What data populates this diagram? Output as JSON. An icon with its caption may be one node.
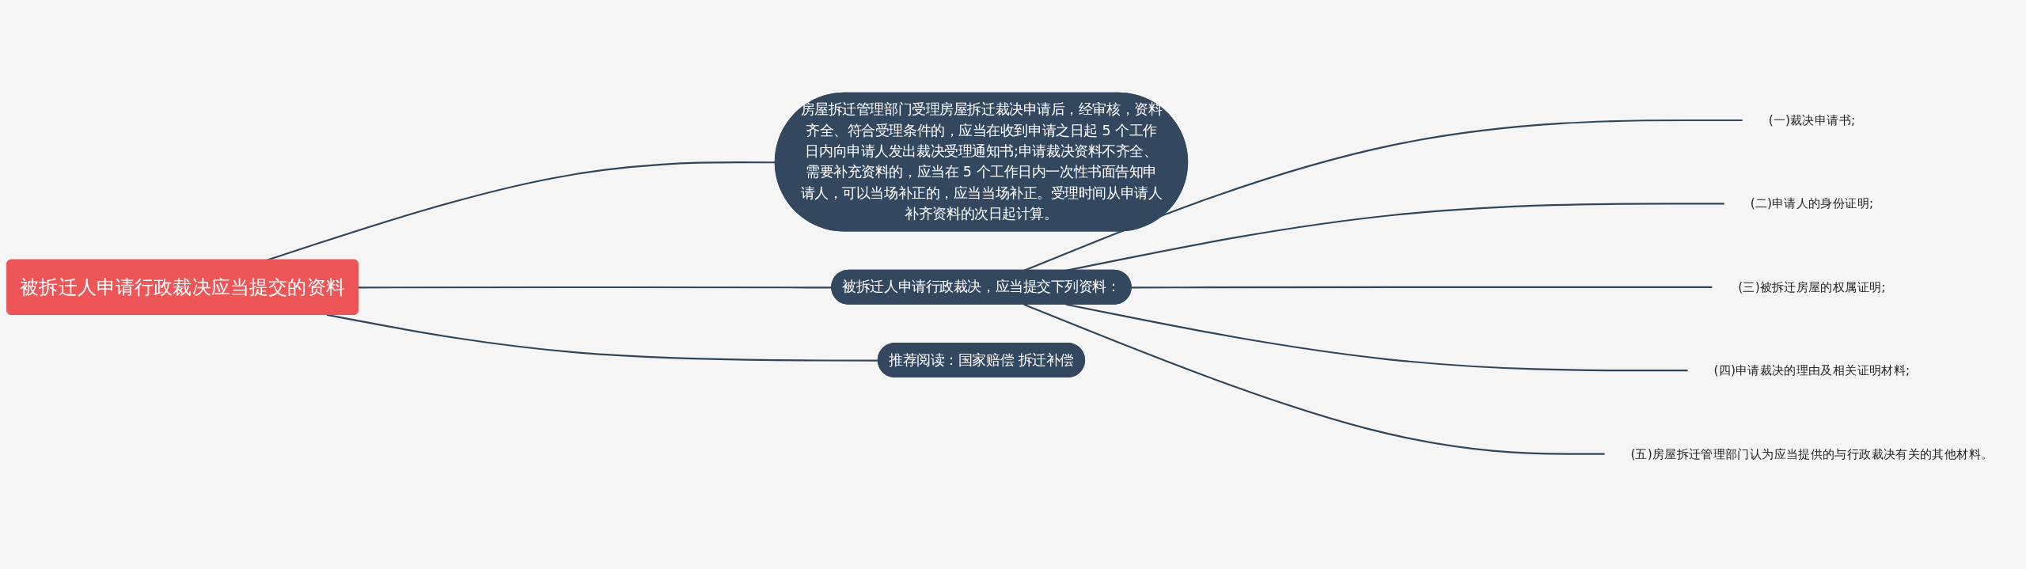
{
  "diagram": {
    "nodes": [
      {
        "text": [
          "被拆迁人申请行政裁决应当提交的资料"
        ]
      },
      {
        "text": [
          "房屋拆迁管理部门受理房屋拆迁裁决申请后，经审核，资料齐全、符合受理条件的，应当在收到申请之日起 5 个工作日内向申请人发出裁决受理通知书;申请裁决资料不齐全、需要补充资料的，应当在 5 个工作日内一次性书面告知申请人，可以当场补正的，应当当场补正。受理时间从申请人补齐资料的次日起计算。"
        ]
      },
      {
        "text": [
          "被拆迁人申请行政裁决，应当提交下列资料："
        ]
      },
      {
        "text": [
          "(一)裁决申请书;"
        ]
      },
      {
        "text": [
          "(二)申请人的身份证明;"
        ]
      },
      {
        "text": [
          "(三)被拆迁房屋的权属证明;"
        ]
      },
      {
        "text": [
          "(四)申请裁决的理由及相关证明材料;"
        ]
      },
      {
        "text": [
          "(五)房屋拆迁管理部门认为应当提供的与行政裁决有关的其他材料。"
        ]
      },
      {
        "text": [
          "推荐阅读：国家赔偿 拆迁补偿"
        ]
      }
    ],
    "edges": [
      {
        "from": 0,
        "to": 1,
        "arrow": "none"
      },
      {
        "from": 0,
        "to": 2,
        "arrow": "none"
      },
      {
        "from": 2,
        "to": 3,
        "arrow": "none"
      },
      {
        "from": 2,
        "to": 4,
        "arrow": "none"
      },
      {
        "from": 2,
        "to": 5,
        "arrow": "none"
      },
      {
        "from": 2,
        "to": 6,
        "arrow": "none"
      },
      {
        "from": 2,
        "to": 7,
        "arrow": "none"
      },
      {
        "from": 0,
        "to": 8,
        "arrow": "none"
      }
    ]
  }
}
